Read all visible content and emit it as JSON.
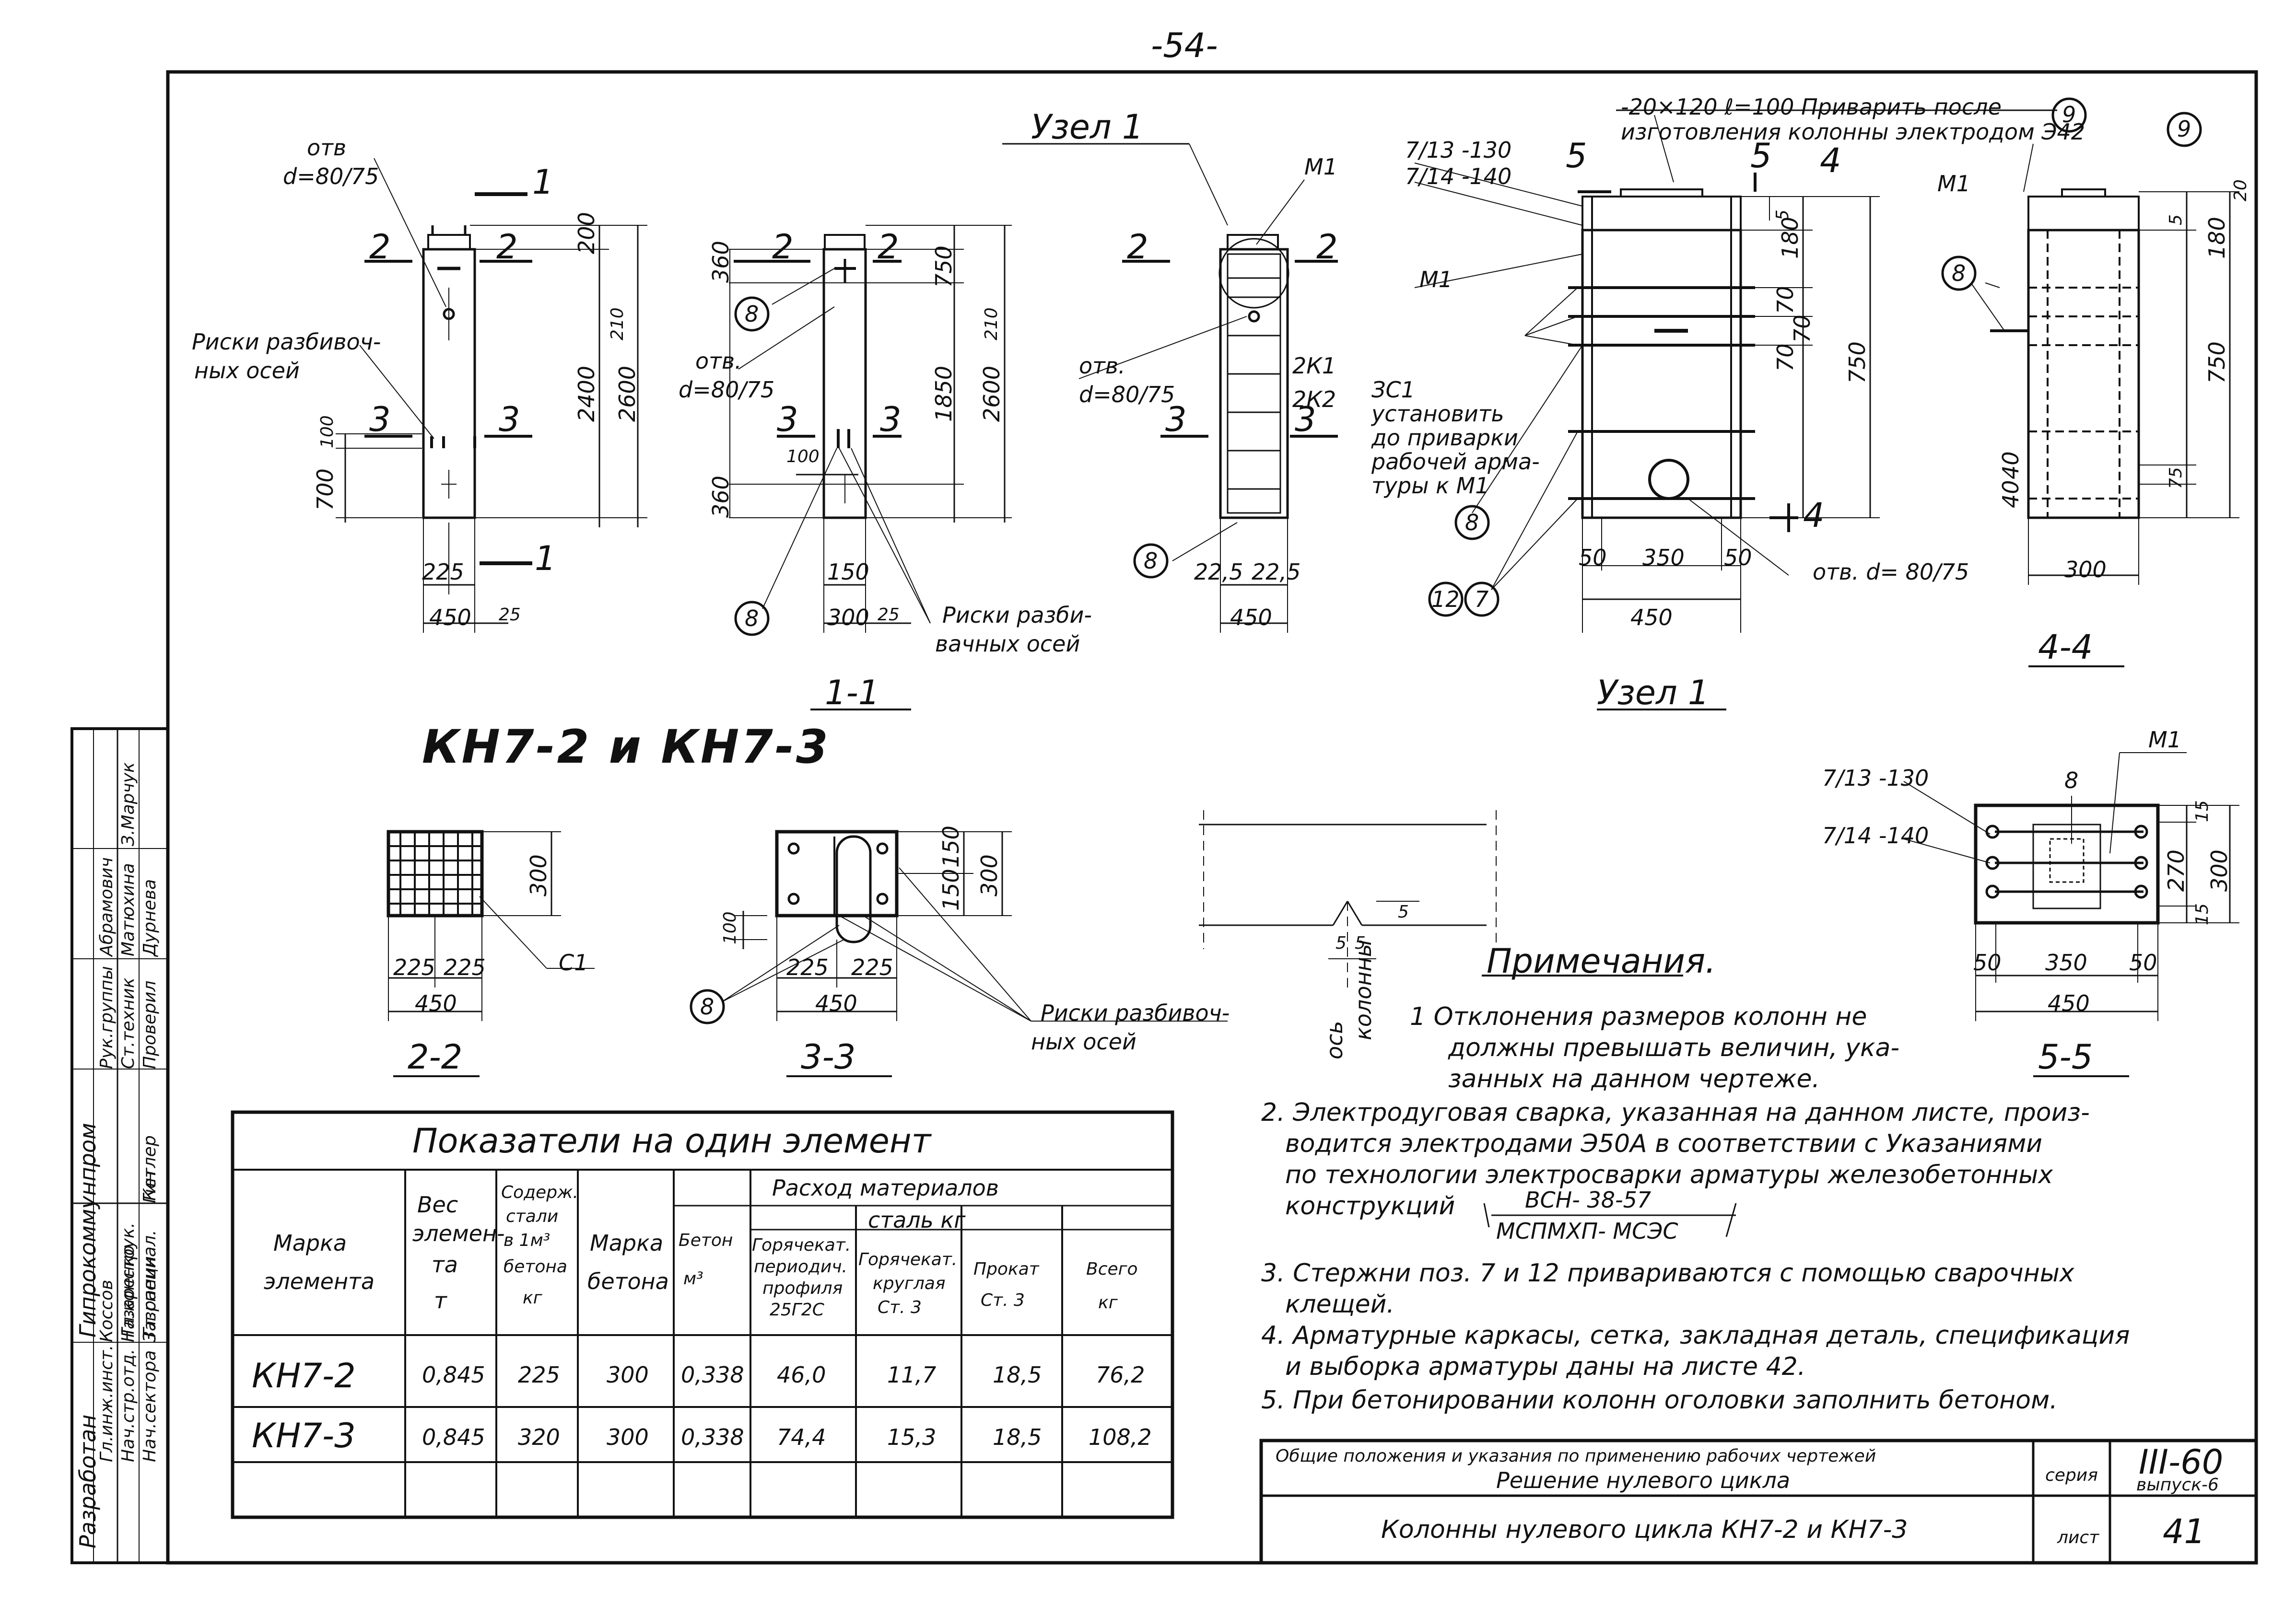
{
  "sheet": {
    "page_number": "-54-",
    "main_title": "КН7-2 и КН7-3"
  },
  "elevation": {
    "title": "1-1",
    "hole_label_1": "отв",
    "hole_label_2": "d=80/75",
    "section_labels": [
      "1",
      "1",
      "2",
      "2",
      "3",
      "3"
    ],
    "axis_label_1": "Риски разбивоч-",
    "axis_label_2": "ных осей",
    "dims": [
      "200",
      "2400",
      "2600",
      "100",
      "700",
      "225",
      "450",
      "25",
      "210"
    ]
  },
  "side_view": {
    "hole_label_1": "отв.",
    "hole_label_2": "d=80/75",
    "section_labels": [
      "2",
      "2",
      "3",
      "3"
    ],
    "callouts": [
      "8",
      "8"
    ],
    "axis_label_1": "Риски разби-",
    "axis_label_2": "вачных осей",
    "dims": [
      "360",
      "750",
      "1850",
      "2600",
      "100",
      "360",
      "150",
      "300",
      "25",
      "210"
    ]
  },
  "section_view": {
    "node_label": "Узел 1",
    "m1": "М1",
    "hole_label_1": "отв.",
    "hole_label_2": "d=80/75",
    "section_labels": [
      "2",
      "2",
      "3",
      "3"
    ],
    "frame_labels": [
      "2К1",
      "2К2"
    ],
    "callout": "8",
    "dims": [
      "22,5",
      "22,5",
      "450"
    ]
  },
  "node1": {
    "title": "Узел 1",
    "plate_note_1": "-20×120  ℓ=100 Приварить после",
    "plate_note_2": "изготовления колонны электродом Э42",
    "bars": [
      "7/13 -130",
      "7/14 -140"
    ],
    "m1": "М1",
    "mesh_1": "ЗС1",
    "mesh_2": "установить",
    "mesh_3": "до приварки",
    "mesh_4": "рабочей арма-",
    "mesh_5": "туры к М1",
    "hole": "отв. d= 80/75",
    "callouts": [
      "9",
      "8",
      "12",
      "7"
    ],
    "section_marks": [
      "5",
      "5",
      "4",
      "4"
    ],
    "dims": [
      "5",
      "180",
      "70",
      "70",
      "70",
      "750",
      "50",
      "350",
      "50",
      "450"
    ]
  },
  "section44": {
    "title": "4-4",
    "m1": "М1",
    "callouts": [
      "9",
      "8"
    ],
    "dims": [
      "20",
      "5",
      "180",
      "750",
      "40",
      "40",
      "75",
      "300"
    ]
  },
  "section22": {
    "title": "2-2",
    "label": "С1",
    "dims": [
      "300",
      "225",
      "225",
      "450"
    ]
  },
  "section33": {
    "title": "3-3",
    "callout": "8",
    "axis_label_1": "Риски разбивоч-",
    "axis_label_2": "ных осей",
    "dims": [
      "150",
      "150",
      "300",
      "100",
      "225",
      "225",
      "450"
    ]
  },
  "axis_detail": {
    "label_1": "ось",
    "label_2": "колонны",
    "dims": [
      "5",
      "5",
      "5"
    ]
  },
  "section55": {
    "title": "5-5",
    "bars": [
      "7/13 -130",
      "7/14 -140"
    ],
    "callout": "8",
    "m1": "М1",
    "dims": [
      "15",
      "270",
      "15",
      "300",
      "50",
      "350",
      "50",
      "450"
    ]
  },
  "notes": {
    "heading": "Примечания.",
    "items": [
      "1   Отклонения размеров колонн не",
      "должны превышать величин, ука-",
      "занных на данном чертеже.",
      "2.  Электродуговая сварка, указанная  на данном листе, произ-",
      "водится электродами Э50А в соответствии с Указаниями",
      "по технологии  электросварки арматуры железобетонных",
      "конструкций",
      "3.  Стержни поз. 7 и 12 привариваются с помощью сварочных",
      "клещей.",
      "4.  Арматурные каркасы, сетка, закладная деталь, спецификация",
      "и выборка арматуры даны на листе 42.",
      "5.  При бетонировании колонн оголовки заполнить бетоном."
    ],
    "ref_top": "ВСН- 38-57",
    "ref_bottom": "МСПМХП- МСЭС"
  },
  "table": {
    "title": "Показатели на один элемент",
    "headers": {
      "mark_1": "Марка",
      "mark_2": "элемента",
      "weight_1": "Вес",
      "weight_2": "элемен-",
      "weight_3": "та",
      "weight_4": "т",
      "steel_1": "Содерж.",
      "steel_2": "стали",
      "steel_3": "в 1м³",
      "steel_4": "бетона",
      "steel_5": "кг",
      "concrete_mark_1": "Марка",
      "concrete_mark_2": "бетона",
      "concrete_1": "Бетон",
      "concrete_2": "м³",
      "materials": "Расход  материалов",
      "steel_kg": "сталь  кг",
      "hot_periodic_1": "Горячекат.",
      "hot_periodic_2": "периодич.",
      "hot_periodic_3": "профиля",
      "hot_periodic_4": "25Г2С",
      "hot_round_1": "Горячекат.",
      "hot_round_2": "круглая",
      "hot_round_3": "Ст. 3",
      "rolled_1": "Прокат",
      "rolled_2": "Ст. 3",
      "total_1": "Всего",
      "total_2": "кг"
    },
    "rows": [
      {
        "mark": "КН7-2",
        "weight": "0,845",
        "steel": "225",
        "concrete_mark": "300",
        "concrete": "0,338",
        "hot_periodic": "46,0",
        "hot_round": "11,7",
        "rolled": "18,5",
        "total": "76,2"
      },
      {
        "mark": "КН7-3",
        "weight": "0,845",
        "steel": "320",
        "concrete_mark": "300",
        "concrete": "0,338",
        "hot_periodic": "74,4",
        "hot_round": "15,3",
        "rolled": "18,5",
        "total": "108,2"
      }
    ]
  },
  "title_block": {
    "line1": "Общие положения и указания по применению рабочих чертежей",
    "line2": "Решение нулевого цикла",
    "series_label": "серия",
    "series_value": "III-60",
    "issue": "выпуск-6",
    "sheet_title": "Колонны нулевого цикла КН7-2 и КН7-3",
    "sheet_label": "лист",
    "sheet_number": "41"
  },
  "side_stamp": {
    "org_1": "Разработан",
    "org_2": "Гипрокоммунпром",
    "roles": [
      "Гл.инж.инст.",
      "Нач.стр.отд.",
      "Нач.сектора",
      "Рук.группы",
      "Ст.техник",
      "Гл.конструк.",
      "Гл.специал."
    ],
    "names": [
      "Коссов",
      "Назаренко",
      "Зазрапин",
      "Абрамович",
      "Матюхина",
      "Гин",
      "Кетлер",
      "Дурнева",
      "З.Марчук"
    ],
    "checked": "Проверил"
  }
}
